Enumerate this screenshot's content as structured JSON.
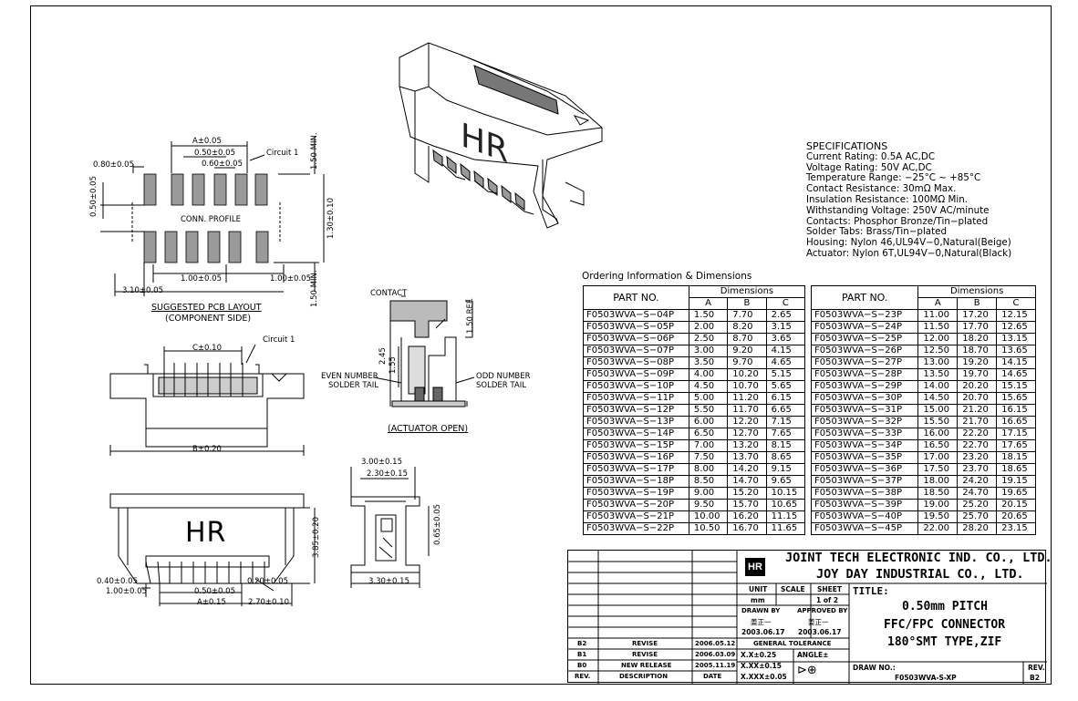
{
  "pcb_layout": {
    "dim_a": "A±0.05",
    "dim_050": "0.50±0.05",
    "dim_060": "0.60±0.05",
    "dim_080": "0.80±0.05",
    "dim_050v": "0.50±0.05",
    "circuit1": "Circuit 1",
    "conn_profile": "CONN. PROFILE",
    "dim_150a": "1.50 MIN.",
    "dim_130": "1.30±0.10",
    "dim_100a": "1.00±0.05",
    "dim_100b": "1.00±0.05",
    "dim_310": "3.10±0.05",
    "dim_150b": "1.50 MIN.",
    "caption1": "SUGGESTED PCB LAYOUT",
    "caption2": "(COMPONENT SIDE)"
  },
  "front_view": {
    "dim_c": "C±0.10",
    "circuit1": "Circuit 1",
    "dim_b": "B±0.20"
  },
  "section_view": {
    "contact": "CONTACT",
    "dim_150ref": "1.50 REF.",
    "dim_245": "2.45",
    "dim_155": "1.55",
    "even_tail_1": "EVEN NUMBER",
    "even_tail_2": "SOLDER TAIL",
    "odd_tail_1": "ODD NUMBER",
    "odd_tail_2": "SOLDER TAIL",
    "caption": "(ACTUATOR OPEN)"
  },
  "bottom_view": {
    "logo": "HR",
    "dim_385": "3.85±0.20",
    "dim_040": "0.40±0.05",
    "dim_100": "1.00±0.05",
    "dim_050": "0.50±0.05",
    "dim_020": "0.20±0.05",
    "dim_a": "A±0.15",
    "dim_270": "2.70±0.10"
  },
  "side_view": {
    "dim_300": "3.00±0.15",
    "dim_230": "2.30±0.15",
    "dim_065": "0.65±0.05",
    "dim_330": "3.30±0.15"
  },
  "iso_view": {
    "logo": "HR"
  },
  "specifications": {
    "heading": "SPECIFICATIONS",
    "lines": [
      "Current Rating: 0.5A AC,DC",
      "Voltage Rating: 50V AC,DC",
      "Temperature Range: −25°C ~ +85°C",
      "Contact Resistance: 30mΩ Max.",
      "Insulation Resistance: 100MΩ Min.",
      "Withstanding Voltage: 250V AC/minute",
      "Contacts: Phosphor Bronze/Tin−plated",
      "Solder Tabs: Brass/Tin−plated",
      "Housing: Nylon 46,UL94V−0,Natural(Beige)",
      "Actuator: Nylon 6T,UL94V−0,Natural(Black)"
    ]
  },
  "ordering": {
    "title": "Ordering Information & Dimensions",
    "part_header": "PART NO.",
    "dim_header": "Dimensions",
    "col_a": "A",
    "col_b": "B",
    "col_c": "C",
    "left": [
      [
        "F0503WVA−S−04P",
        "1.50",
        "7.70",
        "2.65"
      ],
      [
        "F0503WVA−S−05P",
        "2.00",
        "8.20",
        "3.15"
      ],
      [
        "F0503WVA−S−06P",
        "2.50",
        "8.70",
        "3.65"
      ],
      [
        "F0503WVA−S−07P",
        "3.00",
        "9.20",
        "4.15"
      ],
      [
        "F0503WVA−S−08P",
        "3.50",
        "9.70",
        "4.65"
      ],
      [
        "F0503WVA−S−09P",
        "4.00",
        "10.20",
        "5.15"
      ],
      [
        "F0503WVA−S−10P",
        "4.50",
        "10.70",
        "5.65"
      ],
      [
        "F0503WVA−S−11P",
        "5.00",
        "11.20",
        "6.15"
      ],
      [
        "F0503WVA−S−12P",
        "5.50",
        "11.70",
        "6.65"
      ],
      [
        "F0503WVA−S−13P",
        "6.00",
        "12.20",
        "7.15"
      ],
      [
        "F0503WVA−S−14P",
        "6.50",
        "12.70",
        "7.65"
      ],
      [
        "F0503WVA−S−15P",
        "7.00",
        "13.20",
        "8.15"
      ],
      [
        "F0503WVA−S−16P",
        "7.50",
        "13.70",
        "8.65"
      ],
      [
        "F0503WVA−S−17P",
        "8.00",
        "14.20",
        "9.15"
      ],
      [
        "F0503WVA−S−18P",
        "8.50",
        "14.70",
        "9.65"
      ],
      [
        "F0503WVA−S−19P",
        "9.00",
        "15.20",
        "10.15"
      ],
      [
        "F0503WVA−S−20P",
        "9.50",
        "15.70",
        "10.65"
      ],
      [
        "F0503WVA−S−21P",
        "10.00",
        "16.20",
        "11.15"
      ],
      [
        "F0503WVA−S−22P",
        "10.50",
        "16.70",
        "11.65"
      ]
    ],
    "right": [
      [
        "F0503WVA−S−23P",
        "11.00",
        "17.20",
        "12.15"
      ],
      [
        "F0503WVA−S−24P",
        "11.50",
        "17.70",
        "12.65"
      ],
      [
        "F0503WVA−S−25P",
        "12.00",
        "18.20",
        "13.15"
      ],
      [
        "F0503WVA−S−26P",
        "12.50",
        "18.70",
        "13.65"
      ],
      [
        "F0503WVA−S−27P",
        "13.00",
        "19.20",
        "14.15"
      ],
      [
        "F0503WVA−S−28P",
        "13.50",
        "19.70",
        "14.65"
      ],
      [
        "F0503WVA−S−29P",
        "14.00",
        "20.20",
        "15.15"
      ],
      [
        "F0503WVA−S−30P",
        "14.50",
        "20.70",
        "15.65"
      ],
      [
        "F0503WVA−S−31P",
        "15.00",
        "21.20",
        "16.15"
      ],
      [
        "F0503WVA−S−32P",
        "15.50",
        "21.70",
        "16.65"
      ],
      [
        "F0503WVA−S−33P",
        "16.00",
        "22.20",
        "17.15"
      ],
      [
        "F0503WVA−S−34P",
        "16.50",
        "22.70",
        "17.65"
      ],
      [
        "F0503WVA−S−35P",
        "17.00",
        "23.20",
        "18.15"
      ],
      [
        "F0503WVA−S−36P",
        "17.50",
        "23.70",
        "18.65"
      ],
      [
        "F0503WVA−S−37P",
        "18.00",
        "24.20",
        "19.15"
      ],
      [
        "F0503WVA−S−38P",
        "18.50",
        "24.70",
        "19.65"
      ],
      [
        "F0503WVA−S−39P",
        "19.00",
        "25.20",
        "20.15"
      ],
      [
        "F0503WVA−S−40P",
        "19.50",
        "25.70",
        "20.65"
      ],
      [
        "F0503WVA−S−45P",
        "22.00",
        "28.20",
        "23.15"
      ]
    ]
  },
  "title_block": {
    "company1": "JOINT TECH ELECTRONIC IND. CO., LTD.",
    "company2": "JOY DAY INDUSTRIAL CO., LTD.",
    "unit_label": "UNIT",
    "unit_value": "mm",
    "scale_label": "SCALE",
    "sheet_label": "SHEET",
    "sheet_value": "1 of 2",
    "title_label": "TITLE:",
    "title1": "0.50mm PITCH",
    "title2": "FFC/FPC CONNECTOR",
    "title3": "180°SMT TYPE,ZIF",
    "drawn_by_label": "DRAWN BY",
    "drawn_by_name": "姜正一",
    "drawn_by_date": "2003.06.17",
    "approved_by_label": "APPROVED BY",
    "approved_by_name": "姜正一",
    "approved_by_date": "2003.06.17",
    "general_tolerance": "GENERAL TOLERANCE",
    "tol1": "X.X±0.25",
    "tol2": "X.XX±0.15",
    "tol3": "X.XXX±0.05",
    "angle_label": "ANGLE±",
    "draw_no_label": "DRAW NO.:",
    "draw_no": "F0503WVA-S-XP",
    "rev_label": "REV.",
    "rev_value": "B2",
    "revisions": [
      {
        "rev": "B2",
        "desc": "REVISE",
        "date": "2006.05.12"
      },
      {
        "rev": "B1",
        "desc": "REVISE",
        "date": "2006.03.09"
      },
      {
        "rev": "B0",
        "desc": "NEW RELEASE",
        "date": "2005.11.19"
      }
    ],
    "rev_col": "REV.",
    "desc_col": "DESCRIPTION",
    "date_col": "DATE"
  }
}
